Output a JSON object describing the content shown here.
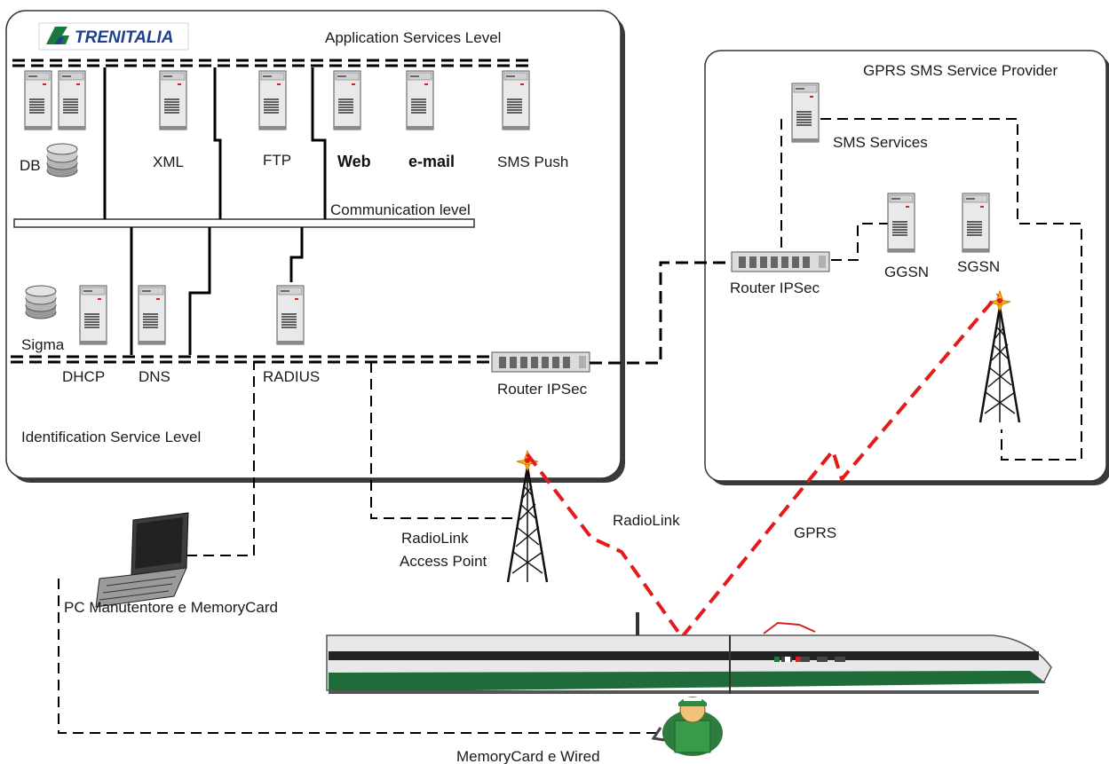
{
  "logo": {
    "text": "TRENITALIA"
  },
  "zones": {
    "application": "Application Services Level",
    "communication": "Communication level",
    "identification": "Identification Service Level",
    "provider": "GPRS SMS Service Provider"
  },
  "servers": {
    "db": "DB",
    "xml": "XML",
    "ftp": "FTP",
    "web": "Web",
    "email": "e-mail",
    "sms_push": "SMS Push",
    "sigma": "Sigma",
    "dhcp": "DHCP",
    "dns": "DNS",
    "radius": "RADIUS",
    "sms_services": "SMS Services",
    "ggsn": "GGSN",
    "sgsn": "SGSN"
  },
  "routers": {
    "main": "Router IPSec",
    "provider": "Router IPSec"
  },
  "links": {
    "radiolink": "RadioLink",
    "gprs": "GPRS",
    "access_point_line1": "RadioLink",
    "access_point_line2": "Access Point"
  },
  "endpoints": {
    "pc": "PC Manutentore e MemoryCard",
    "wired": "MemoryCard e Wired"
  },
  "colors": {
    "radio_link": "#e31b1b",
    "train_green": "#1f6b3a",
    "logo_green": "#1a7a3c",
    "logo_blue": "#1f3f8f"
  }
}
